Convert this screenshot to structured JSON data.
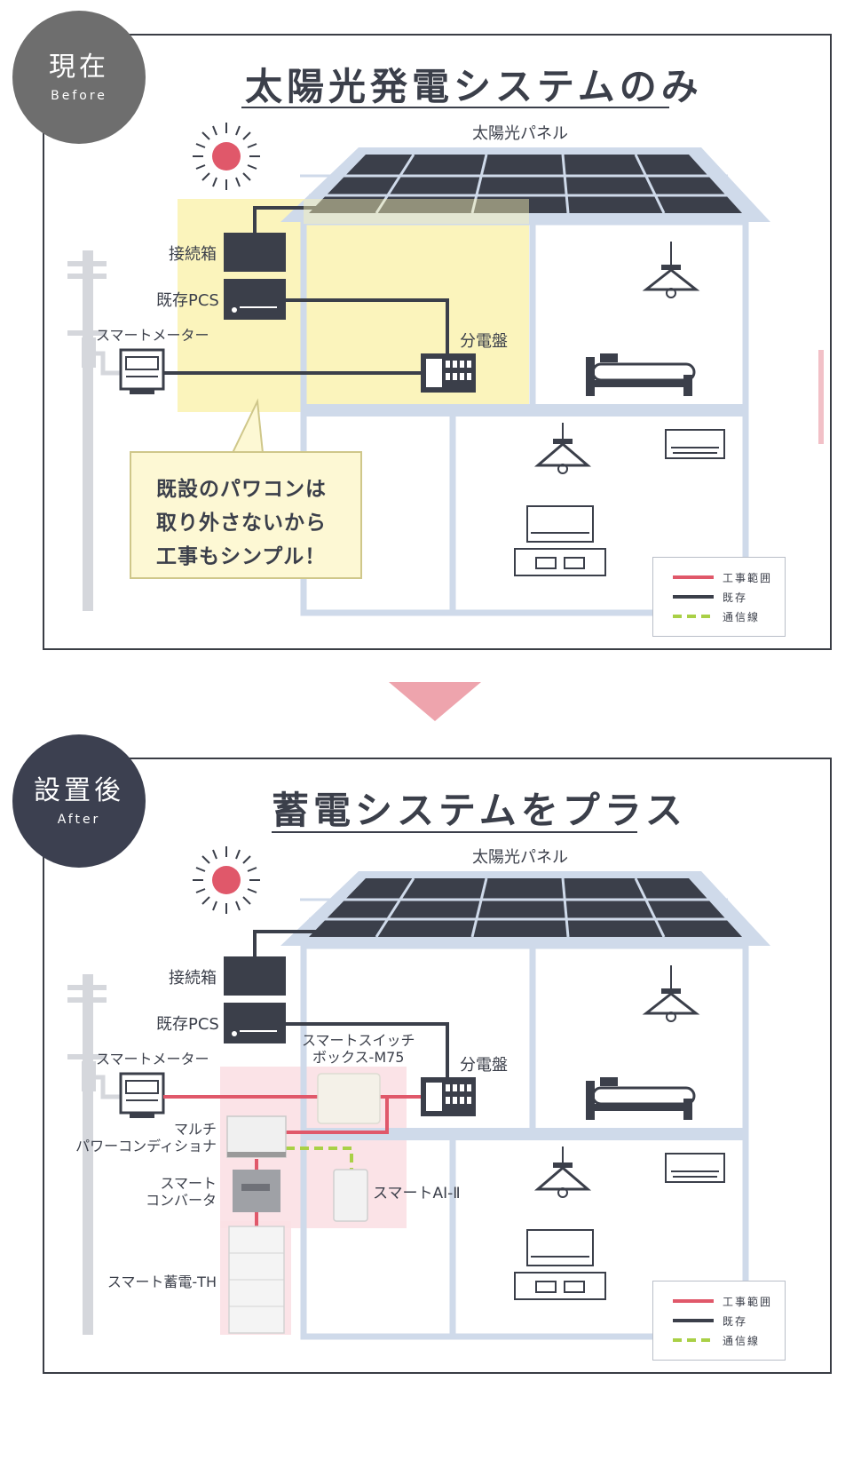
{
  "before": {
    "badge": {
      "main": "現在",
      "sub": "Before"
    },
    "title": "太陽光発電システムのみ",
    "labels": {
      "solar_panel": "太陽光パネル",
      "junction_box": "接続箱",
      "existing_pcs": "既存PCS",
      "smart_meter": "スマートメーター",
      "distribution_board": "分電盤"
    },
    "callout": [
      "既設のパワコンは",
      "取り外さないから",
      "工事もシンプル！"
    ]
  },
  "after": {
    "badge": {
      "main": "設置後",
      "sub": "After"
    },
    "title": "蓄電システムをプラス",
    "labels": {
      "solar_panel": "太陽光パネル",
      "junction_box": "接続箱",
      "existing_pcs": "既存PCS",
      "smart_meter": "スマートメーター",
      "distribution_board": "分電盤",
      "smart_switch_1": "スマートスイッチ",
      "smart_switch_2": "ボックス-M75",
      "multi_pcs_1": "マルチ",
      "multi_pcs_2": "パワーコンディショナ",
      "smart_converter_1": "スマート",
      "smart_converter_2": "コンバータ",
      "smart_ai": "スマートAI-Ⅱ",
      "smart_battery": "スマート蓄電-TH"
    }
  },
  "legend": {
    "work_scope": "工事範囲",
    "existing": "既存",
    "comm_line": "通信線"
  },
  "colors": {
    "dark": "#3b3f4a",
    "red": "#e0586a",
    "green_dash": "#a9d046",
    "house_outline": "#c9d4e6",
    "highlight_yellow": "#fbf3b5",
    "highlight_pink": "#fbe0e4",
    "badge_before": "#6e6e6e",
    "badge_after": "#3c4050",
    "arrow": "#eea4ad"
  }
}
